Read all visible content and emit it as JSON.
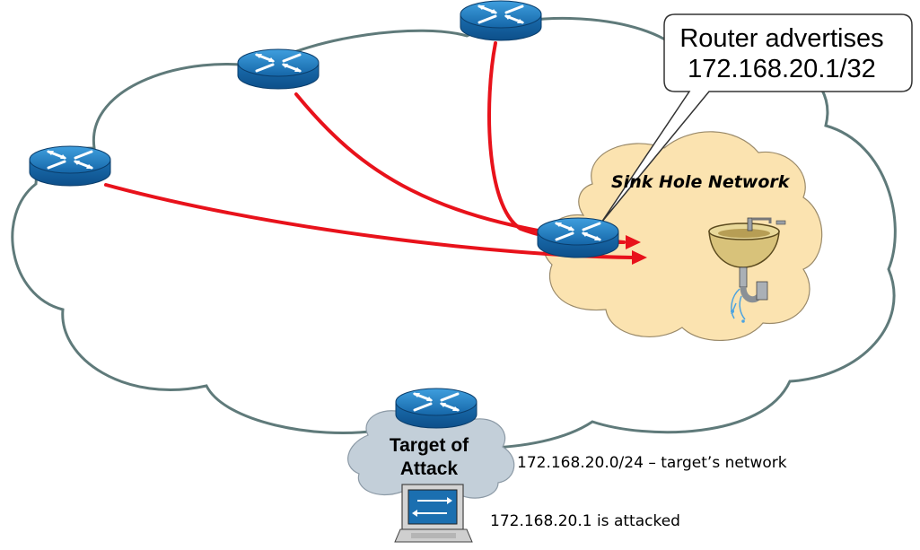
{
  "callout": {
    "line1": "Router advertises",
    "line2": "172.168.20.1/32"
  },
  "sinkhole": {
    "label": "Sink Hole Network"
  },
  "target": {
    "line1": "Target of",
    "line2": "Attack"
  },
  "annotations": {
    "network": "172.168.20.0/24 – target’s network",
    "attacked": "172.168.20.1 is attacked"
  },
  "colors": {
    "cloud_outline": "#5f7a7a",
    "traffic_arrow": "#e8121b",
    "sinkhole_fill": "#fbe3b0",
    "target_cloud_fill": "#c3cfd9",
    "router_blue": "#1a73b6"
  },
  "icons": {
    "router": "router-icon",
    "sink": "sink-icon",
    "workstation": "computer-icon"
  }
}
